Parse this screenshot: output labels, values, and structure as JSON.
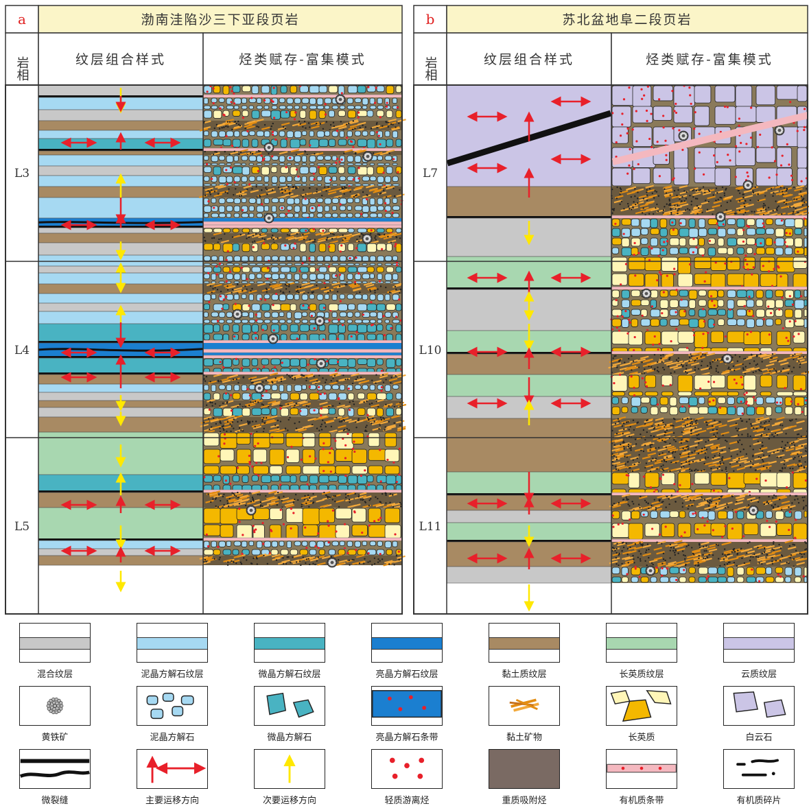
{
  "panels": [
    {
      "letter": "a",
      "title": "渤南洼陷沙三下亚段页岩",
      "col_lithofacies": "岩相",
      "col_combination": "纹层组合样式",
      "col_mode": "烃类赋存-富集模式",
      "facies": [
        "L3",
        "L4",
        "L5"
      ]
    },
    {
      "letter": "b",
      "title": "苏北盆地阜二段页岩",
      "col_lithofacies": "岩相",
      "col_combination": "纹层组合样式",
      "col_mode": "烃类赋存-富集模式",
      "facies": [
        "L7",
        "L10",
        "L11"
      ]
    }
  ],
  "legend": [
    {
      "label": "混合纹层",
      "icon": "mixed-lamina"
    },
    {
      "label": "泥晶方解石纹层",
      "icon": "micritic-calcite-lamina"
    },
    {
      "label": "微晶方解石纹层",
      "icon": "microcrystalline-calcite-lamina"
    },
    {
      "label": "亮晶方解石纹层",
      "icon": "sparry-calcite-lamina"
    },
    {
      "label": "黏土质纹层",
      "icon": "clay-lamina"
    },
    {
      "label": "长英质纹层",
      "icon": "felsic-lamina"
    },
    {
      "label": "云质纹层",
      "icon": "dolomitic-lamina"
    },
    {
      "label": "黄铁矿",
      "icon": "pyrite"
    },
    {
      "label": "泥晶方解石",
      "icon": "micritic-calcite"
    },
    {
      "label": "微晶方解石",
      "icon": "microcrystalline-calcite"
    },
    {
      "label": "亮晶方解石条带",
      "icon": "sparry-calcite-band"
    },
    {
      "label": "黏土矿物",
      "icon": "clay-mineral"
    },
    {
      "label": "长英质",
      "icon": "felsic"
    },
    {
      "label": "白云石",
      "icon": "dolomite"
    },
    {
      "label": "微裂缝",
      "icon": "microfracture"
    },
    {
      "label": "主要运移方向",
      "icon": "main-migration-arrow"
    },
    {
      "label": "次要运移方向",
      "icon": "secondary-migration-arrow"
    },
    {
      "label": "轻质游离烃",
      "icon": "light-free-hydrocarbon"
    },
    {
      "label": "重质吸附烃",
      "icon": "heavy-adsorbed-hydrocarbon"
    },
    {
      "label": "有机质条带",
      "icon": "organic-matter-band"
    },
    {
      "label": "有机质碎片",
      "icon": "organic-matter-fragment"
    }
  ],
  "colors": {
    "mixed": "#c8c8c8",
    "micritic": "#a6d9f2",
    "microcrystalline": "#49b3c2",
    "sparry": "#1b7fd0",
    "clay": "#a88a63",
    "felsic": "#a8d7b0",
    "dolomitic": "#cbc5e6",
    "header_fill": "#fbf5c8",
    "letter_red": "#e02020",
    "arrow_red": "#e8202a",
    "arrow_yellow": "#ffe800",
    "organic_band": "#f4b8bf",
    "heavy_hc": "#7a6a63"
  }
}
